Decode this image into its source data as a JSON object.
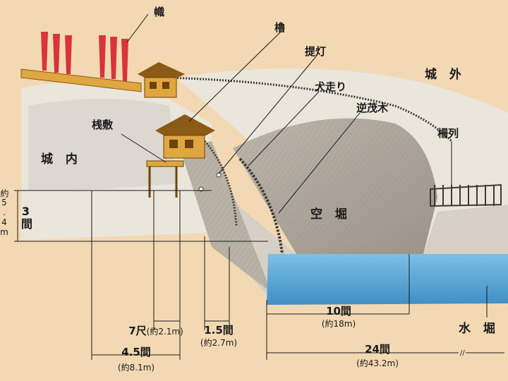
{
  "labels": {
    "nobori": "幟",
    "yagura": "櫓",
    "chochin": "提灯",
    "inubashiri": "犬走り",
    "sakamogi": "逆茂木",
    "joshi_gai": "城 外",
    "sakuretsu": "柵列",
    "sajiki": "桟敷",
    "jonai": "城 内",
    "karabori": "空 堀",
    "mizubori": "水 堀"
  },
  "dimensions": {
    "height_ken": "3間",
    "height_m": "約5.4m",
    "shaku7": "7尺",
    "shaku7_m": "(約2.1m)",
    "ken45": "4.5間",
    "ken45_m": "(約8.1m)",
    "ken15": "1.5間",
    "ken15_m": "(約2.7m)",
    "ken10": "10間",
    "ken10_m": "(約18m)",
    "ken24": "24間",
    "ken24_m": "(約43.2m)"
  },
  "colors": {
    "background": "#f2d9b4",
    "ground": "#ebe6dc",
    "slope": "#c8c2b8",
    "water": "#5aa8d6",
    "banner": "#d8343a",
    "timber": "#e0a640",
    "leader_line": "#1a1a1a"
  }
}
